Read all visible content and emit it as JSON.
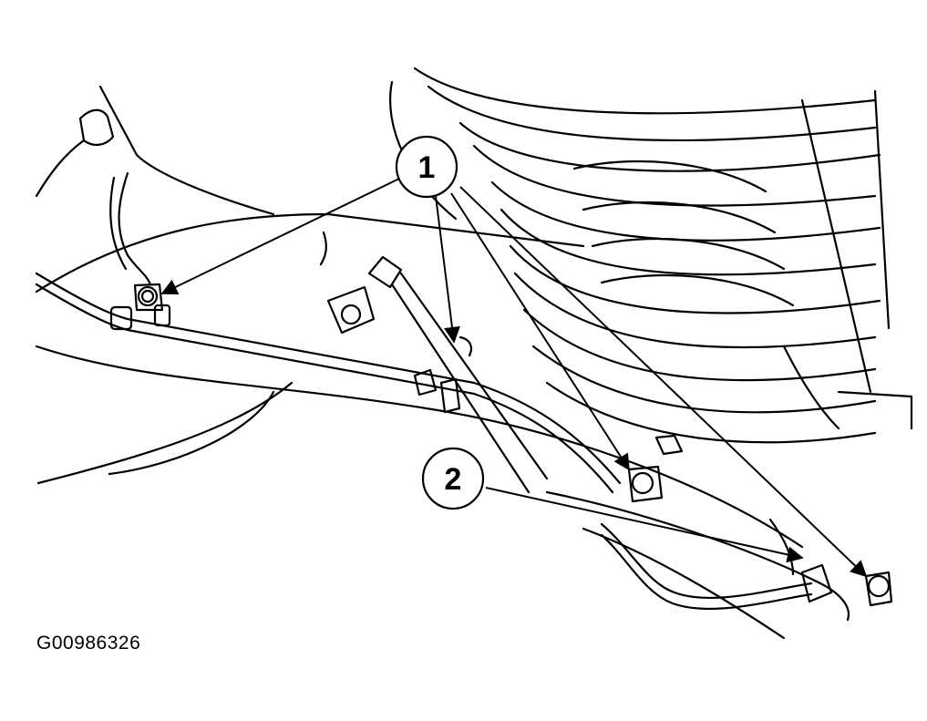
{
  "figure_id": "G00986326",
  "callouts": [
    {
      "label": "1"
    },
    {
      "label": "2"
    }
  ],
  "colors": {
    "ink": "#000000",
    "background": "#ffffff"
  }
}
